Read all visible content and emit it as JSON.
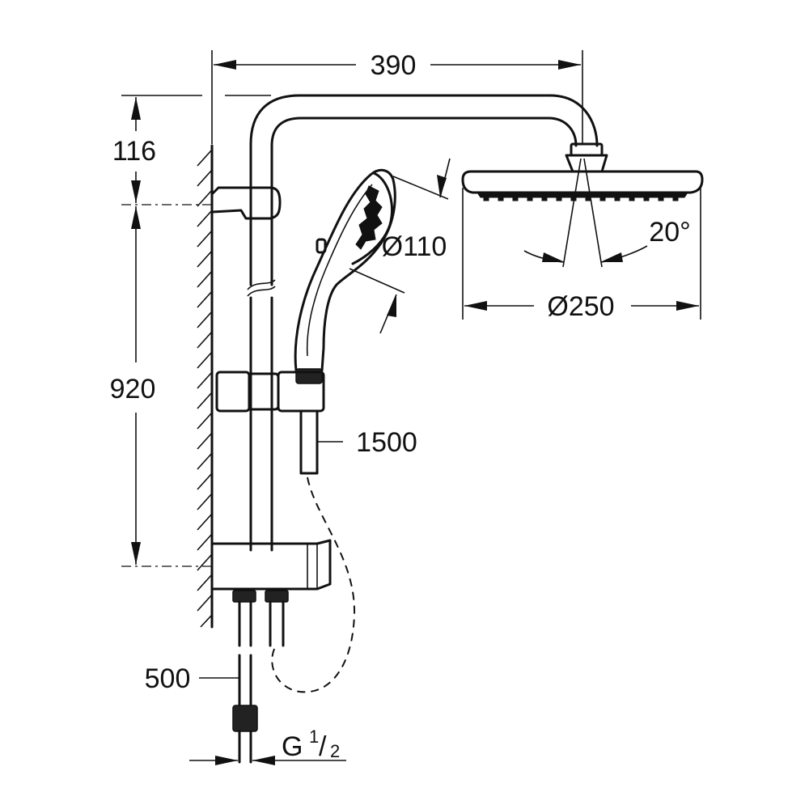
{
  "dimensions": {
    "arm_length": "390",
    "top_offset": "116",
    "rail_height": "920",
    "hose_length": "1500",
    "supply_length": "500",
    "hand_shower_diameter": "Ø110",
    "head_shower_diameter": "Ø250",
    "tilt_angle": "20°",
    "thread_letter": "G",
    "thread_numerator": "1",
    "thread_slash": "/",
    "thread_denominator": "2"
  }
}
